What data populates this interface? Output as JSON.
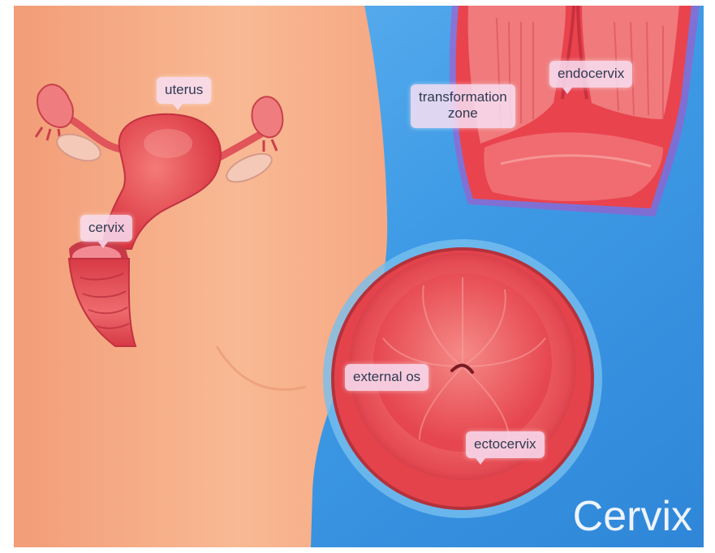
{
  "title": "Cervix",
  "labels": {
    "uterus": "uterus",
    "cervix": "cervix",
    "endocervix": "endocervix",
    "transformation_zone_line1": "transformation",
    "transformation_zone_line2": "zone",
    "external_os": "external os",
    "ectocervix": "ectocervix"
  },
  "colors": {
    "skin": "#f6b48e",
    "background_blue": "#3f9be6",
    "tissue_red": "#e8474f",
    "tissue_light": "#f27c7c",
    "label_bg": "#f8def2",
    "label_text": "#2f3a52"
  }
}
